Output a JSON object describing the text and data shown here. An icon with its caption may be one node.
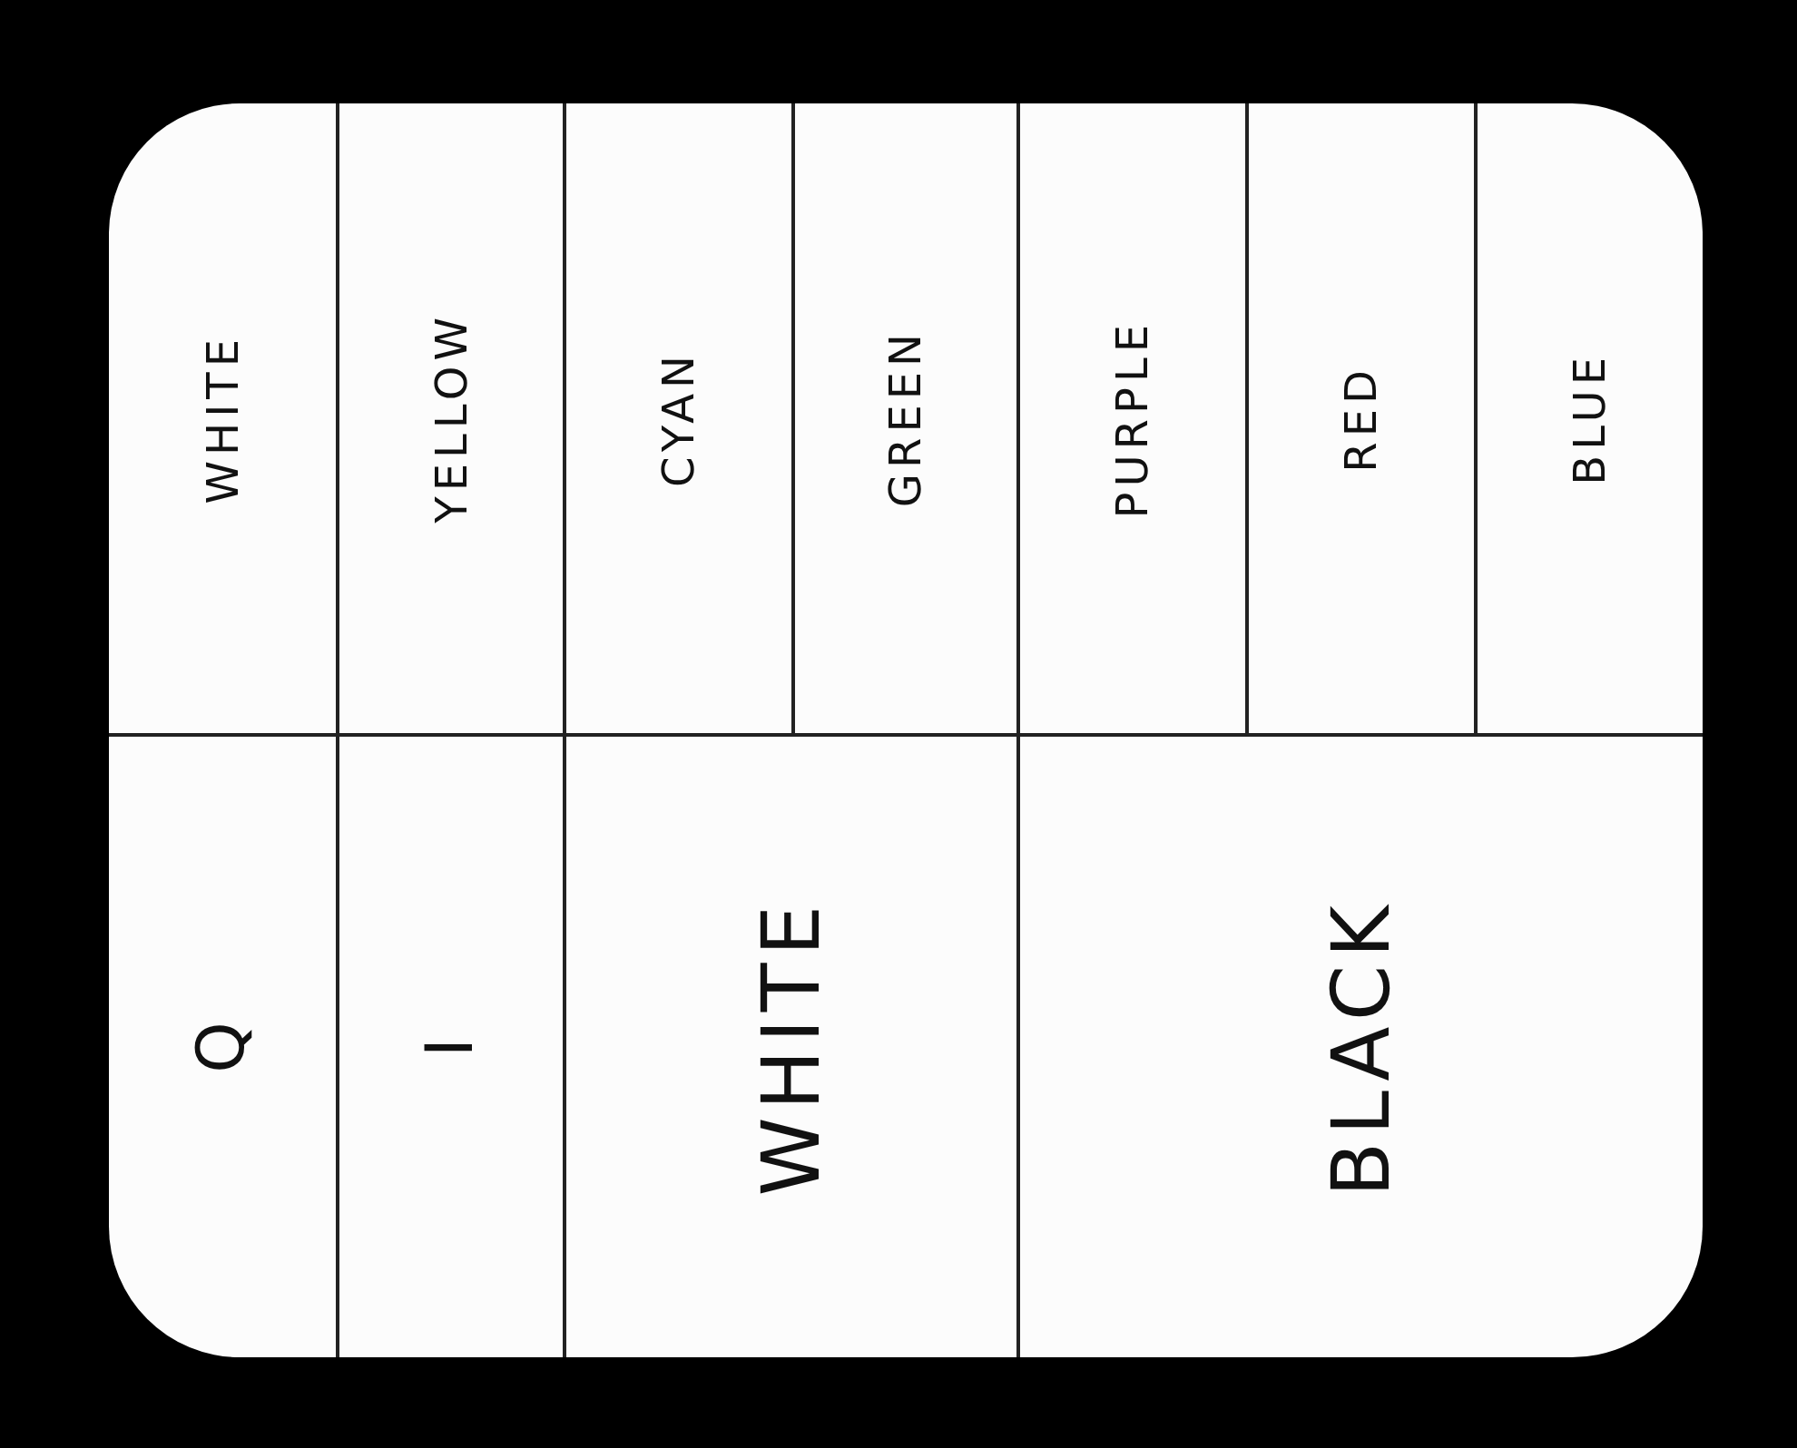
{
  "diagram": {
    "labels": [
      "WHITE",
      "Q",
      "YELLOW",
      "I",
      "CYAN",
      "WHITE",
      "GREEN",
      "PURPLE",
      "BLACK",
      "RED",
      "BLUE"
    ]
  }
}
